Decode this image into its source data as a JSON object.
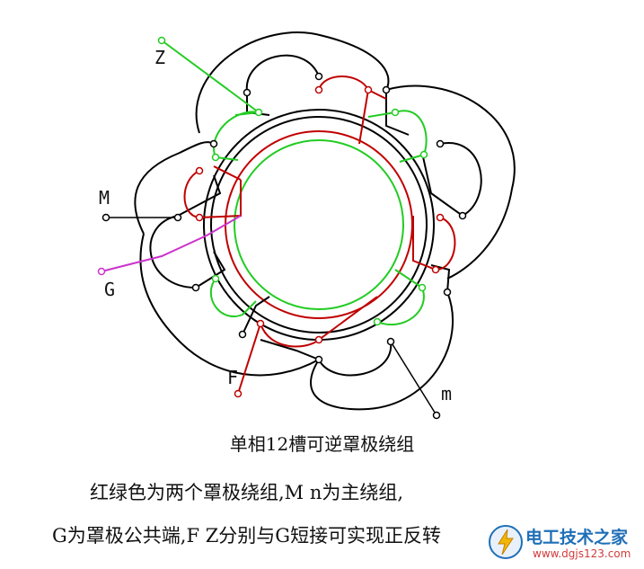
{
  "labels": {
    "Z": "Z",
    "M": "M",
    "G": "G",
    "F": "F",
    "m": "m"
  },
  "captions": {
    "title": "单相12槽可逆罩极绕组",
    "line1": "红绿色为两个罩极绕组,M n为主绕组,",
    "line2": "G为罩极公共端,F Z分别与G短接可实现正反转"
  },
  "watermark": {
    "title": "电工技术之家",
    "url": "www.dgjs123.com"
  },
  "colors": {
    "main": "#000000",
    "red": "#c00000",
    "green": "#22cc22",
    "magenta": "#cc33cc"
  }
}
